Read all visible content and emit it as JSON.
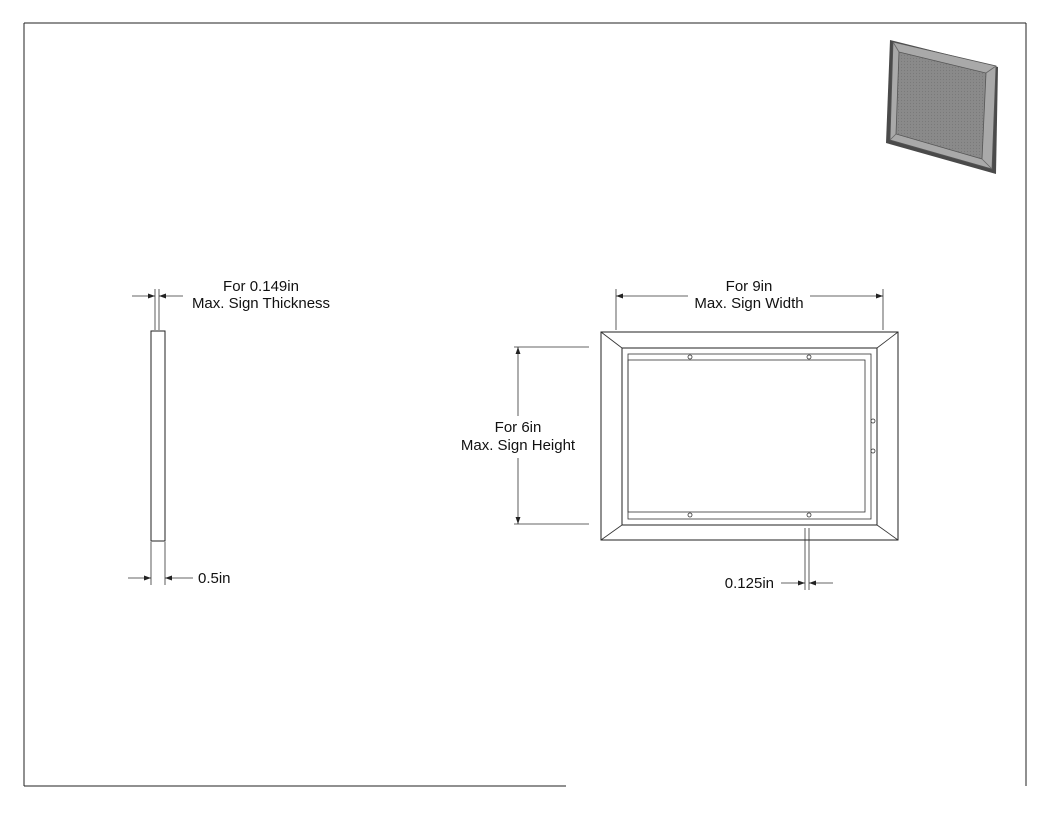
{
  "drawing": {
    "side_view": {
      "thickness_label_line1": "For 0.149in",
      "thickness_label_line2": "Max. Sign Thickness",
      "depth_label": "0.5in"
    },
    "front_view": {
      "width_label_line1": "For 9in",
      "width_label_line2": "Max. Sign Width",
      "height_label_line1": "For 6in",
      "height_label_line2": "Max. Sign Height",
      "lip_label": "0.125in"
    },
    "iso_view": {
      "icon": "frame-isometric-icon",
      "colors": {
        "face": "#8c8c8c",
        "frame": "#a9a9a9",
        "edge": "#4a4a4a"
      }
    }
  }
}
